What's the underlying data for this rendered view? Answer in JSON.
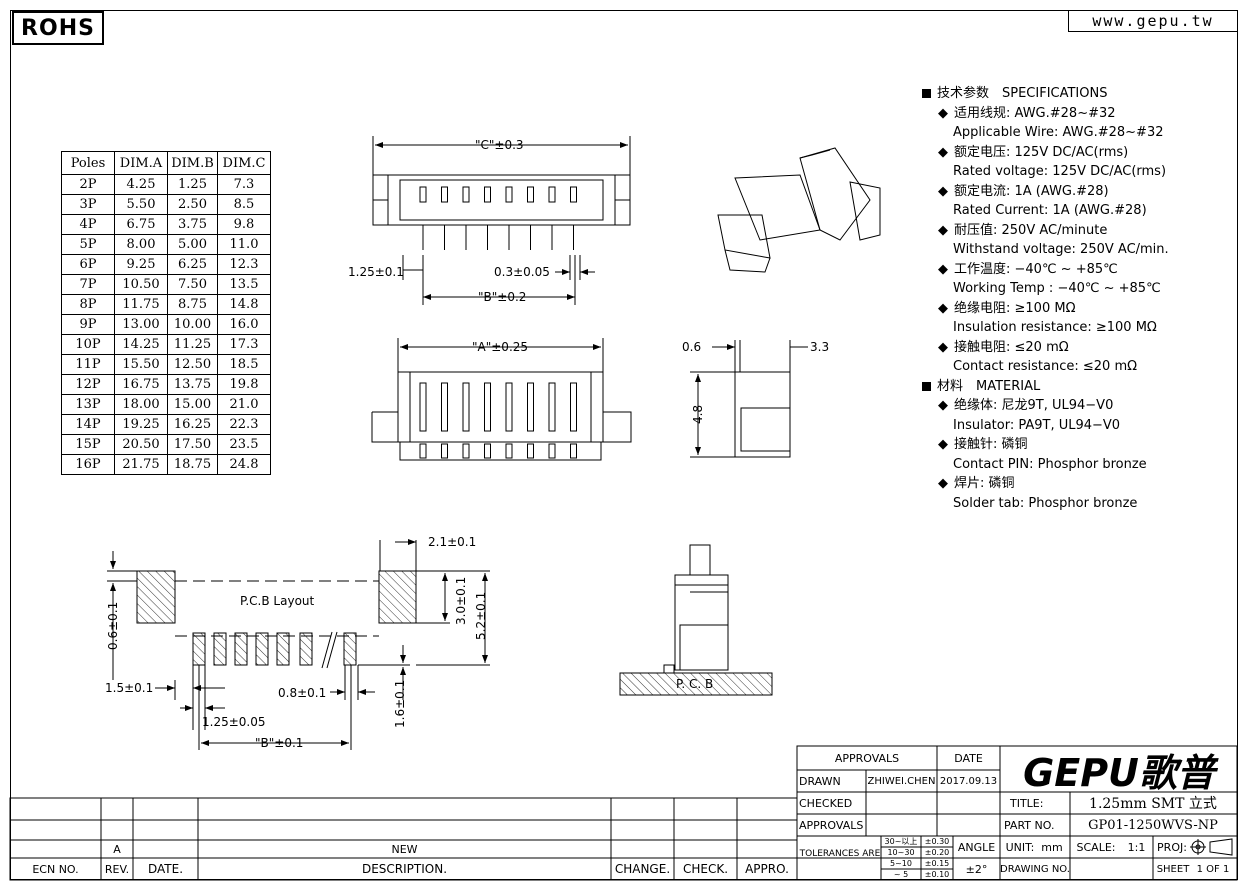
{
  "header": {
    "rohs": "ROHS",
    "website": "www.gepu.tw"
  },
  "dim_table": {
    "headers": [
      "Poles",
      "DIM.A",
      "DIM.B",
      "DIM.C"
    ],
    "rows": [
      [
        "2P",
        "4.25",
        "1.25",
        "7.3"
      ],
      [
        "3P",
        "5.50",
        "2.50",
        "8.5"
      ],
      [
        "4P",
        "6.75",
        "3.75",
        "9.8"
      ],
      [
        "5P",
        "8.00",
        "5.00",
        "11.0"
      ],
      [
        "6P",
        "9.25",
        "6.25",
        "12.3"
      ],
      [
        "7P",
        "10.50",
        "7.50",
        "13.5"
      ],
      [
        "8P",
        "11.75",
        "8.75",
        "14.8"
      ],
      [
        "9P",
        "13.00",
        "10.00",
        "16.0"
      ],
      [
        "10P",
        "14.25",
        "11.25",
        "17.3"
      ],
      [
        "11P",
        "15.50",
        "12.50",
        "18.5"
      ],
      [
        "12P",
        "16.75",
        "13.75",
        "19.8"
      ],
      [
        "13P",
        "18.00",
        "15.00",
        "21.0"
      ],
      [
        "14P",
        "19.25",
        "16.25",
        "22.3"
      ],
      [
        "15P",
        "20.50",
        "17.50",
        "23.5"
      ],
      [
        "16P",
        "21.75",
        "18.75",
        "24.8"
      ]
    ]
  },
  "specs": {
    "title": "技术参数　SPECIFICATIONS",
    "items": [
      {
        "zh": "适用线规:  AWG.#28~#32",
        "en": "Applicable Wire:  AWG.#28~#32"
      },
      {
        "zh": "额定电压:  125V DC/AC(rms)",
        "en": "Rated voltage:  125V DC/AC(rms)"
      },
      {
        "zh": "额定电流:  1A (AWG.#28)",
        "en": "Rated Current:  1A (AWG.#28)"
      },
      {
        "zh": "耐压值:  250V AC/minute",
        "en": "Withstand voltage:  250V AC/min."
      },
      {
        "zh": "工作温度:  −40℃ ~ +85℃",
        "en": "Working Temp : −40℃ ~ +85℃"
      },
      {
        "zh": "绝缘电阻:  ≥100 MΩ",
        "en": "Insulation resistance:  ≥100 MΩ"
      },
      {
        "zh": "接触电阻:  ≤20 mΩ",
        "en": "Contact resistance:  ≤20 mΩ"
      }
    ],
    "material_title": "材料　MATERIAL",
    "material_items": [
      {
        "zh": "绝缘体:  尼龙9T, UL94−V0",
        "en": "Insulator:  PA9T, UL94−V0"
      },
      {
        "zh": "接触针:  磷铜",
        "en": "Contact PIN:  Phosphor bronze"
      },
      {
        "zh": "焊片:  磷铜",
        "en": "Solder tab:  Phosphor bronze"
      }
    ]
  },
  "dims": {
    "c": "\"C\"±0.3",
    "pitch": "1.25±0.1",
    "pin": "0.3±0.05",
    "b": "\"B\"±0.2",
    "a": "\"A\"±0.25",
    "side_06": "0.6",
    "side_33": "3.3",
    "side_48": "4.8",
    "pcb_layout": "P.C.B Layout",
    "pcb_21": "2.1±0.1",
    "pcb_30": "3.0±0.1",
    "pcb_52": "5.2±0.1",
    "pcb_06": "0.6±0.1",
    "pcb_15": "1.5±0.1",
    "pcb_125": "1.25±0.05",
    "pcb_08": "0.8±0.1",
    "pcb_16": "1.6±0.1",
    "pcb_b": "\"B\"±0.1",
    "pcb_label": "P. C. B"
  },
  "title_block": {
    "approvals_header": "APPROVALS",
    "date_header": "DATE",
    "drawn_label": "DRAWN",
    "drawn_by": "ZHIWEI.CHEN",
    "drawn_date": "2017.09.13",
    "checked_label": "CHECKED",
    "approvals_label": "APPROVALS",
    "logo": "GEPU歌普",
    "title_label": "TITLE:",
    "title_value": "1.25mm SMT 立式",
    "part_label": "PART NO.",
    "part_value": "GP01-1250WVS-NP",
    "tolerances_label": "TOLERANCES ARE",
    "tol_ranges": [
      "30~以上",
      "10~30",
      "5~10",
      "~ 5"
    ],
    "tol_values": [
      "±0.30",
      "±0.20",
      "±0.15",
      "±0.10"
    ],
    "angle_label": "ANGLE",
    "angle_value": "±2°",
    "unit_label": "UNIT:",
    "unit_value": "mm",
    "scale_label": "SCALE:",
    "scale_value": "1:1",
    "proj_label": "PROJ:",
    "drawing_label": "DRAWING NO.",
    "sheet_label": "SHEET",
    "sheet_value": "1 OF 1",
    "rev_value": "A",
    "new_value": "NEW",
    "ecn_label": "ECN NO.",
    "rev_label": "REV.",
    "date_label": "DATE.",
    "desc_label": "DESCRIPTION.",
    "change_label": "CHANGE.",
    "check_label": "CHECK.",
    "appro_label": "APPRO."
  }
}
